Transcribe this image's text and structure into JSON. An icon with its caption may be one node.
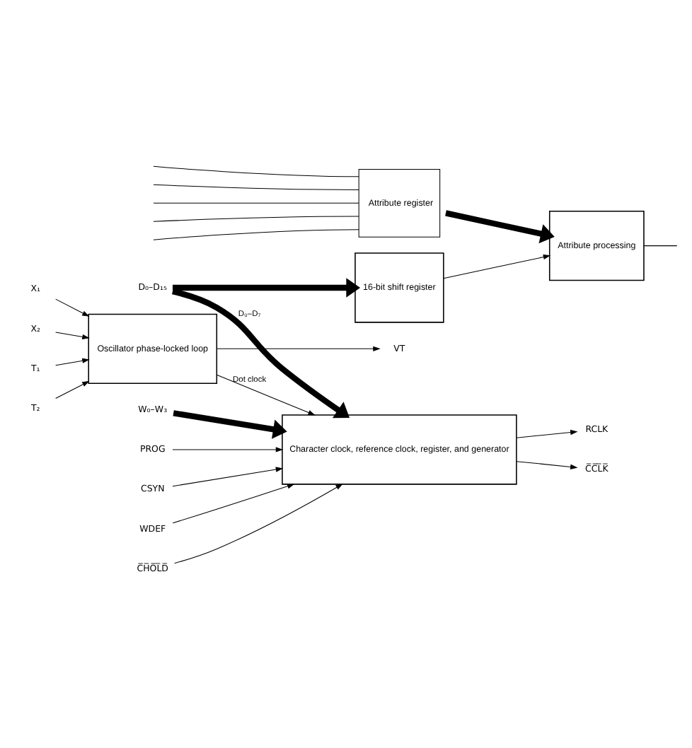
{
  "diagram": {
    "nodes": [
      {
        "text": [
          "Attribute register"
        ]
      },
      {
        "text": [
          "Attribute processing"
        ]
      },
      {
        "text": [
          "16-bit shift register"
        ]
      },
      {
        "text": [
          "Character clock, reference clock, register, and generator"
        ]
      },
      {
        "text": [
          "Oscillator phase-locked loop"
        ]
      },
      {
        "text": [
          "D₀–D₁₅"
        ]
      },
      {
        "text": [
          "W₀–W₃"
        ]
      },
      {
        "text": [
          "PROG"
        ]
      },
      {
        "text": [
          "CSYN"
        ]
      },
      {
        "text": [
          "WDEF"
        ]
      },
      {
        "text": [
          "C̅H̅O̅L̅D̅"
        ]
      },
      {
        "text": [
          "RCLK"
        ]
      },
      {
        "text": [
          "C̅C̅L̅K̅"
        ]
      },
      {
        "text": [
          "X₁"
        ]
      },
      {
        "text": [
          "X₂"
        ]
      },
      {
        "text": [
          "VT"
        ]
      },
      {
        "text": [
          "T₁"
        ]
      },
      {
        "text": [
          "T₂"
        ]
      }
    ],
    "edges": [
      {
        "from": null,
        "to": 0,
        "arrow": "none"
      },
      {
        "from": null,
        "to": 0,
        "arrow": "none"
      },
      {
        "from": null,
        "to": 0,
        "arrow": "none"
      },
      {
        "from": null,
        "to": 0,
        "arrow": "none"
      },
      {
        "from": null,
        "to": 0,
        "arrow": "none"
      },
      {
        "from": 0,
        "to": 1,
        "arrow": "to",
        "style": "thick"
      },
      {
        "from": 2,
        "to": 1,
        "arrow": "to"
      },
      {
        "from": 1,
        "to": null,
        "arrow": "none"
      },
      {
        "from": 5,
        "to": 2,
        "arrow": "to",
        "style": "thick"
      },
      {
        "from": 5,
        "to": 3,
        "arrow": "to",
        "style": "thick",
        "label": "D₀–D₇"
      },
      {
        "from": 6,
        "to": 3,
        "arrow": "to",
        "style": "thick"
      },
      {
        "from": 7,
        "to": 3,
        "arrow": "to"
      },
      {
        "from": 8,
        "to": 3,
        "arrow": "to"
      },
      {
        "from": 9,
        "to": 3,
        "arrow": "to"
      },
      {
        "from": 10,
        "to": 3,
        "arrow": "to"
      },
      {
        "from": 3,
        "to": 11,
        "arrow": "to"
      },
      {
        "from": 3,
        "to": 12,
        "arrow": "to"
      },
      {
        "from": 4,
        "to": 3,
        "arrow": "to",
        "label": "Dot clock"
      },
      {
        "from": 13,
        "to": 4,
        "arrow": "to"
      },
      {
        "from": 14,
        "to": 4,
        "arrow": "to"
      },
      {
        "from": 4,
        "to": 15,
        "arrow": "to"
      },
      {
        "from": 16,
        "to": 4,
        "arrow": "to"
      },
      {
        "from": 17,
        "to": 4,
        "arrow": "to"
      }
    ]
  }
}
